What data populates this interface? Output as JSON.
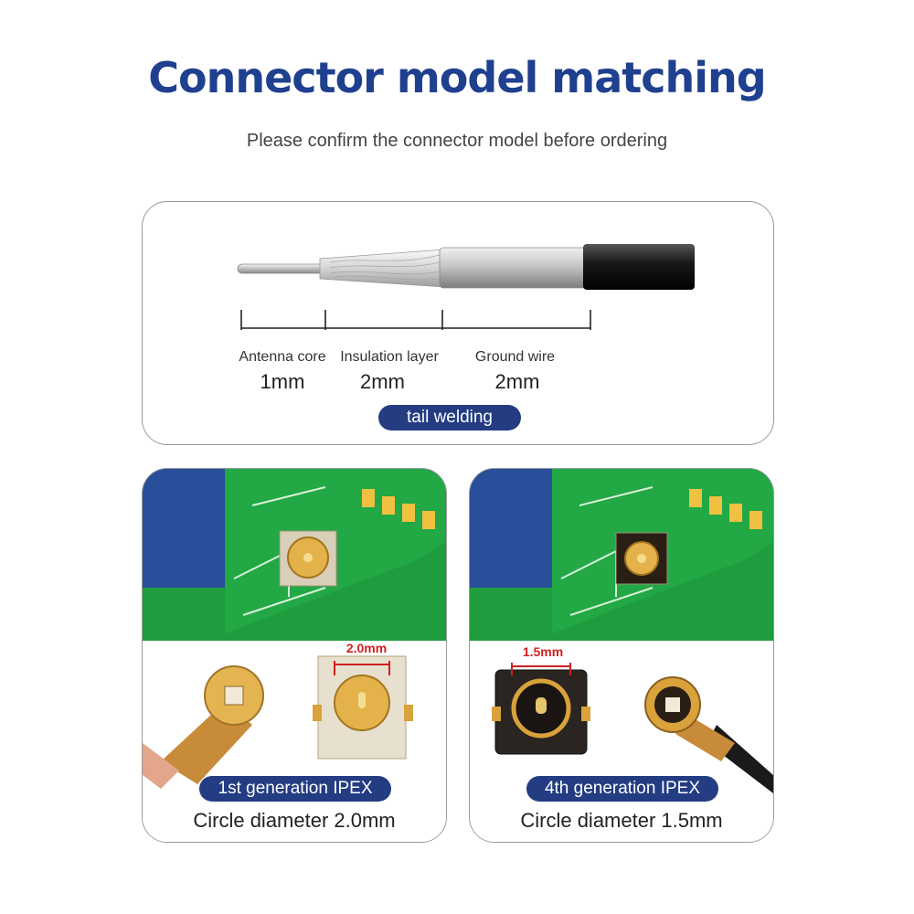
{
  "header": {
    "title": "Connector model matching",
    "subtitle": "Please confirm the connector model before ordering"
  },
  "cable": {
    "segments": [
      {
        "label": "Antenna core",
        "value": "1mm"
      },
      {
        "label": "Insulation layer",
        "value": "2mm"
      },
      {
        "label": "Ground wire",
        "value": "2mm"
      }
    ],
    "badge": "tail welding"
  },
  "cards": [
    {
      "dimension_label": "2.0mm",
      "badge": "1st generation IPEX",
      "caption": "Circle diameter 2.0mm"
    },
    {
      "dimension_label": "1.5mm",
      "badge": "4th generation IPEX",
      "caption": "Circle diameter 1.5mm"
    }
  ],
  "colors": {
    "title": "#1f3f8f",
    "badge_bg": "#233c82",
    "pcb_green": "#1e9c3e",
    "gold": "#d9a23a",
    "dimension_red": "#d02020"
  }
}
